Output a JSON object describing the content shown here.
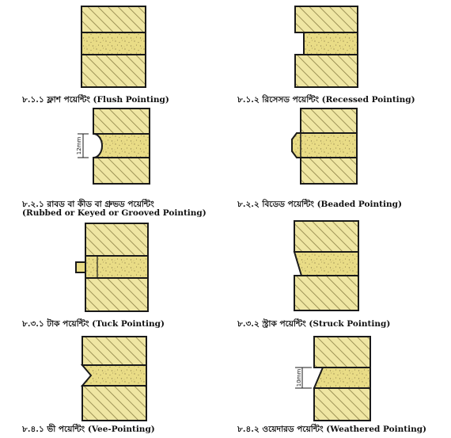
{
  "colors": {
    "brick": "#efe6a3",
    "hatch": "#8a7f45",
    "mortar": "#e9dc86",
    "speckle": "#9a8d55",
    "outline": "#1a1a1a"
  },
  "figures": [
    {
      "id": "flush",
      "caption": "৮.১.১ ফ্লাশ পয়েন্টিং (Flush Pointing)"
    },
    {
      "id": "recessed",
      "caption": "৮.১.২ রিসেসড পয়েন্টিং (Recessed Pointing)"
    },
    {
      "id": "rubbed",
      "caption": "৮.২.১ রাবড বা কীড বা গ্রুভড পয়েন্টিং",
      "caption_line2": "(Rubbed or Keyed or Grooved Pointing)",
      "dimension_label": "12mm"
    },
    {
      "id": "beaded",
      "caption": "৮.২.২ বিডেড পয়েন্টিং (Beaded Pointing)"
    },
    {
      "id": "tuck",
      "caption": "৮.৩.১ টাক পয়েন্টিং (Tuck Pointing)"
    },
    {
      "id": "struck",
      "caption": "৮.৩.২ স্ট্রাক পয়েন্টিং (Struck Pointing)"
    },
    {
      "id": "vee",
      "caption": "৮.৪.১ ভী পয়েন্টিং (Vee-Pointing)"
    },
    {
      "id": "weathered",
      "caption": "৮.৪.২ ওয়েদারড পয়েন্টিং (Weathered Pointing)",
      "dimension_label": "10mm"
    }
  ]
}
